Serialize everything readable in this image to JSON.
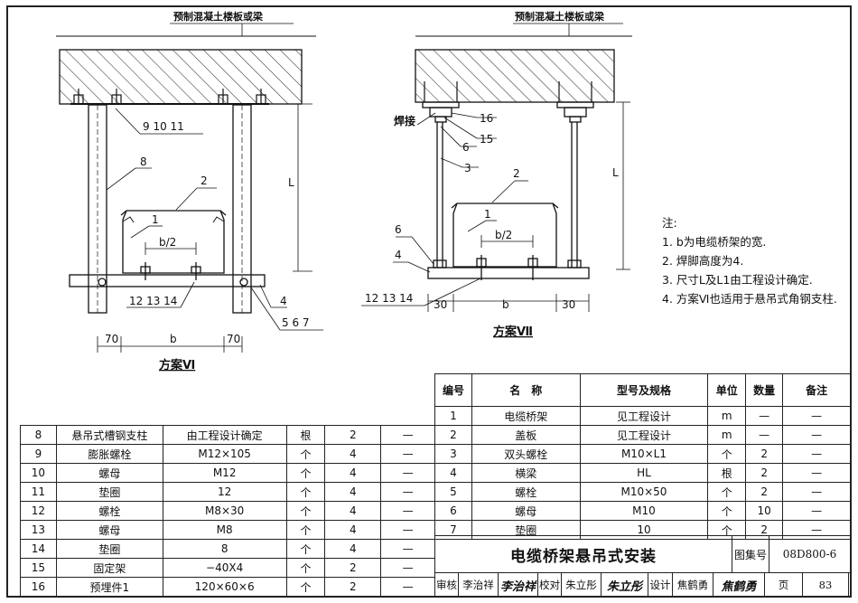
{
  "drawing6": {
    "slab_label": "预制混凝土楼板或梁",
    "callout_9_10_11": "9  10  11",
    "callout_8": "8",
    "callout_2": "2",
    "callout_1": "1",
    "dim_half_b": "b/2",
    "callout_12_13_14": "12  13  14",
    "callout_4": "4",
    "callout_5_6_7": "5  6  7",
    "dim_left": "70",
    "dim_b": "b",
    "dim_right": "70",
    "dim_L": "L",
    "caption": "方案Ⅵ"
  },
  "drawing7": {
    "slab_label": "预制混凝土楼板或梁",
    "weld_label": "焊接",
    "callout_16": "16",
    "callout_15": "15",
    "callout_6_top": "6",
    "callout_3": "3",
    "callout_2": "2",
    "callout_1": "1",
    "dim_half_b": "b/2",
    "callout_6_side": "6",
    "callout_4": "4",
    "callout_12_13_14": "12  13  14",
    "dim_left": "30",
    "dim_b": "b",
    "dim_right": "30",
    "dim_L": "L",
    "caption": "方案Ⅶ"
  },
  "notes": {
    "heading": "注:",
    "items": [
      "1. b为电缆桥架的宽.",
      "2. 焊脚高度为4.",
      "3. 尺寸L及L1由工程设计确定.",
      "4. 方案Ⅵ也适用于悬吊式角钢支柱."
    ]
  },
  "table_right": {
    "headers": [
      "编号",
      "名　称",
      "型号及规格",
      "单位",
      "数量",
      "备注"
    ],
    "rows": [
      [
        "1",
        "电缆桥架",
        "见工程设计",
        "m",
        "—",
        "—"
      ],
      [
        "2",
        "盖板",
        "见工程设计",
        "m",
        "—",
        "—"
      ],
      [
        "3",
        "双头螺栓",
        "M10×L1",
        "个",
        "2",
        "—"
      ],
      [
        "4",
        "横梁",
        "HL",
        "根",
        "2",
        "—"
      ],
      [
        "5",
        "螺栓",
        "M10×50",
        "个",
        "2",
        "—"
      ],
      [
        "6",
        "螺母",
        "M10",
        "个",
        "10",
        "—"
      ],
      [
        "7",
        "垫圈",
        "10",
        "个",
        "2",
        "—"
      ]
    ]
  },
  "table_left": {
    "rows": [
      [
        "8",
        "悬吊式槽钢支柱",
        "由工程设计确定",
        "根",
        "2",
        "—"
      ],
      [
        "9",
        "膨胀螺栓",
        "M12×105",
        "个",
        "4",
        "—"
      ],
      [
        "10",
        "螺母",
        "M12",
        "个",
        "4",
        "—"
      ],
      [
        "11",
        "垫圈",
        "12",
        "个",
        "4",
        "—"
      ],
      [
        "12",
        "螺栓",
        "M8×30",
        "个",
        "4",
        "—"
      ],
      [
        "13",
        "螺母",
        "M8",
        "个",
        "4",
        "—"
      ],
      [
        "14",
        "垫圈",
        "8",
        "个",
        "4",
        "—"
      ],
      [
        "15",
        "固定架",
        "−40X4",
        "个",
        "2",
        "—"
      ],
      [
        "16",
        "预埋件1",
        "120×60×6",
        "个",
        "2",
        "—"
      ]
    ]
  },
  "title_block": {
    "title": "电缆桥架悬吊式安装",
    "atlas_label": "图集号",
    "atlas_value": "08D800-6",
    "review_label": "审核",
    "reviewer": "李治祥",
    "reviewer_sig": "李治祥",
    "check_label": "校对",
    "checker": "朱立彤",
    "checker_sig": "朱立彤",
    "design_label": "设计",
    "designer": "焦鹤勇",
    "designer_sig": "焦鹤勇",
    "page_label": "页",
    "page_value": "83"
  }
}
